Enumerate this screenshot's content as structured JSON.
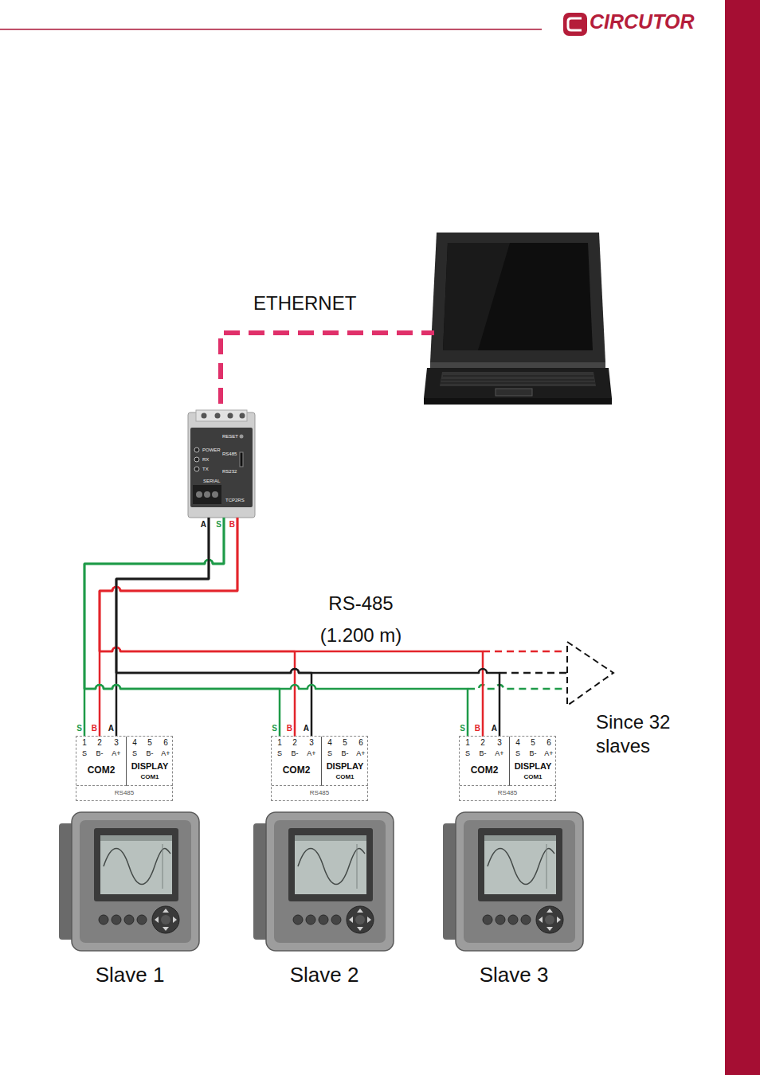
{
  "diagram": {
    "nodes": [
      {
        "text": [
          "POWER",
          "RX",
          "TX",
          "RESET",
          "RS485",
          "RS232",
          "SERIAL",
          "TCP2RS"
        ]
      },
      {
        "text": [
          "RS485"
        ]
      },
      {
        "text": [
          "1",
          "2",
          "3",
          "S",
          "B-",
          "A+",
          "COM2"
        ],
        "in": 1
      },
      {
        "text": [
          "4",
          "5",
          "6",
          "S",
          "B-",
          "A+",
          "DISPLAY",
          "COM1"
        ],
        "in": 1
      },
      {
        "text": [
          "RS485"
        ]
      },
      {
        "text": [
          "1",
          "2",
          "3",
          "S",
          "B-",
          "A+",
          "COM2"
        ],
        "in": 4
      },
      {
        "text": [
          "4",
          "5",
          "6",
          "S",
          "B-",
          "A+",
          "DISPLAY",
          "COM1"
        ],
        "in": 4
      },
      {
        "text": [
          "RS485"
        ]
      },
      {
        "text": [
          "1",
          "2",
          "3",
          "S",
          "B-",
          "A+",
          "COM2"
        ],
        "in": 7
      },
      {
        "text": [
          "4",
          "5",
          "6",
          "S",
          "B-",
          "A+",
          "DISPLAY",
          "COM1"
        ],
        "in": 7
      },
      {
        "text": [
          "Slave 1"
        ]
      },
      {
        "text": [
          "Slave 2"
        ]
      },
      {
        "text": [
          "Slave 3"
        ]
      }
    ],
    "edges": [
      {
        "from": 0,
        "to": 2,
        "arrow": "none"
      },
      {
        "from": 0,
        "to": 5,
        "arrow": "none"
      },
      {
        "from": 0,
        "to": 8,
        "arrow": "none"
      }
    ],
    "labels": [
      "CIRCUTOR",
      "ETHERNET",
      "A",
      "S",
      "B",
      "RS-485",
      "(1.200 m)",
      "S",
      "B",
      "A",
      "S",
      "B",
      "A",
      "S",
      "B",
      "A",
      "Since 32 slaves"
    ]
  }
}
